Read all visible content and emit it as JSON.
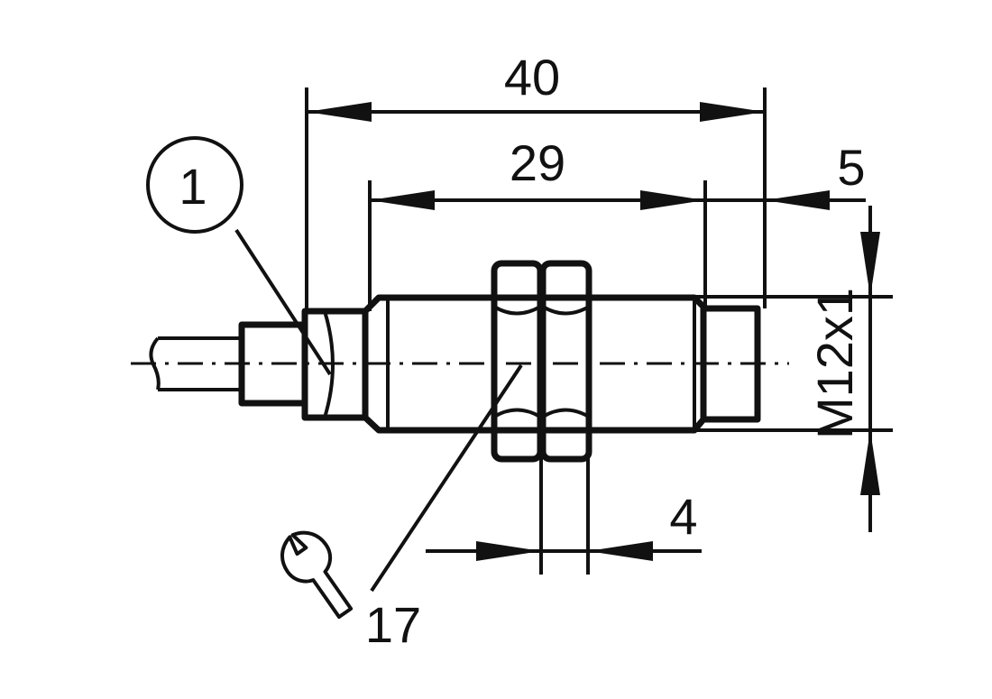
{
  "drawing": {
    "dimensions": {
      "overall_length": "40",
      "thread_length": "29",
      "tip_length": "5",
      "nut_thickness": "4",
      "thread_size": "M12x1",
      "wrench_size": "17"
    },
    "callout": {
      "number": "1"
    },
    "icons": {
      "wrench": "wrench-icon"
    }
  }
}
